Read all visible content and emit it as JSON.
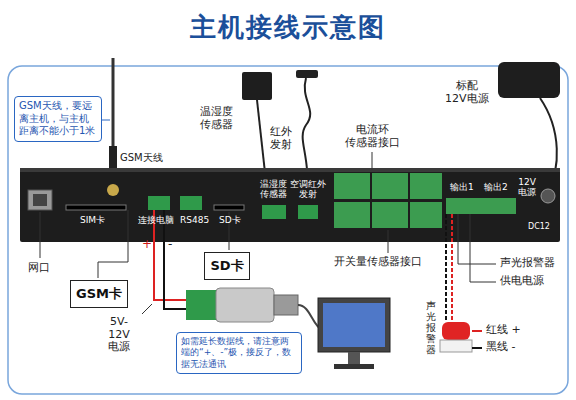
{
  "diagram": {
    "title": "主机接线示意图",
    "nodes": [
      {
        "text": [
          "GSM天线，要远离主机，与主机距离不能小于1米"
        ]
      },
      {
        "text": [
          "GSM卡"
        ]
      },
      {
        "text": [
          "SD卡"
        ]
      },
      {
        "text": [
          "如需延长数据线，请注意两端的“+、-”极，接反了，数据无法通讯"
        ]
      }
    ],
    "labels": [
      "GSM天线",
      "温湿度 传感器",
      "红外 发射",
      "电流环 传感器接口",
      "标配 12V电源",
      "SIM卡",
      "连接电脑",
      "RS485",
      "SD卡",
      "温湿度 传感器",
      "空调红外 发射",
      "输出1",
      "输出2",
      "12V 电源",
      "DC12",
      "网口",
      "+",
      "-",
      "开关量传感器接口",
      "声光报警器",
      "供电电源",
      "5V-12V 电源",
      "声光报警器",
      "红线 +",
      "黑线 -"
    ]
  }
}
